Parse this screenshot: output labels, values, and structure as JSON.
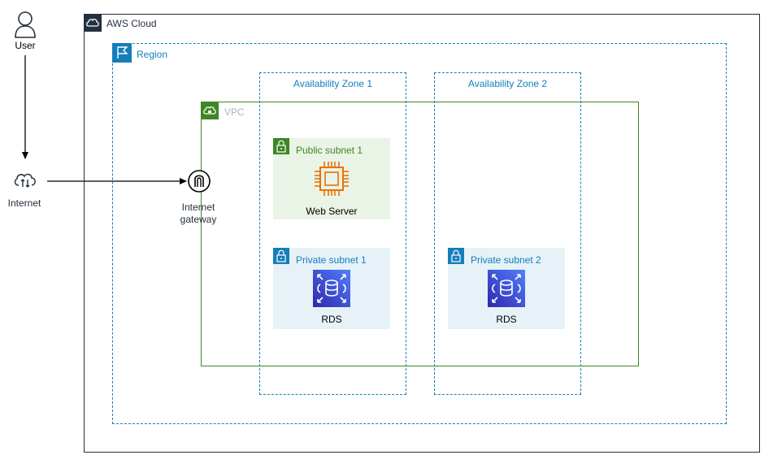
{
  "user": {
    "label": "User",
    "icon": "user-icon"
  },
  "internet": {
    "label": "Internet",
    "icon": "internet-cloud-icon"
  },
  "aws_cloud": {
    "label": "AWS Cloud",
    "icon": "aws-cloud-icon"
  },
  "region": {
    "label": "Region",
    "icon": "region-flag-icon"
  },
  "availability_zones": [
    {
      "label": "Availability Zone 1"
    },
    {
      "label": "Availability Zone 2"
    }
  ],
  "vpc": {
    "label": "VPC",
    "icon": "vpc-cloud-lock-icon"
  },
  "internet_gateway": {
    "label_line1": "Internet",
    "label_line2": "gateway",
    "icon": "internet-gateway-icon"
  },
  "subnets": [
    {
      "label": "Public subnet 1",
      "resource": "Web Server",
      "icon": "ec2-chip-icon"
    },
    {
      "label": "Private subnet 1",
      "resource": "RDS",
      "icon": "rds-icon"
    },
    {
      "label": "Private subnet 2",
      "resource": "RDS",
      "icon": "rds-icon"
    }
  ],
  "colors": {
    "aws_cloud": "#232f3e",
    "region": "#147eba",
    "vpc": "#3f8624",
    "public_subnet_fill": "#e9f3e6",
    "private_subnet_fill": "#e6f2f8",
    "ec2": "#ed7100",
    "rds": "#3334b9",
    "vpc_label": "#aab7b8"
  }
}
